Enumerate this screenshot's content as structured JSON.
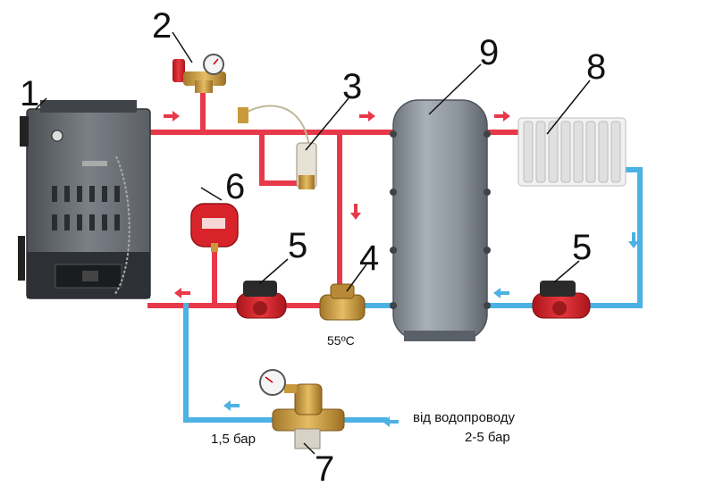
{
  "callouts": [
    "1",
    "2",
    "3",
    "4",
    "5",
    "5",
    "6",
    "7",
    "8",
    "9"
  ],
  "labels": {
    "temperature": "55ºC",
    "pressure_low": "1,5 бар",
    "supply_line1": "від водопроводу",
    "supply_line2": "2-5 бар"
  },
  "colors": {
    "hot_pipe": "#e8394a",
    "cold_pipe": "#4cb1e3",
    "boiler": "#6d7278",
    "tank": "#8e959d",
    "expansion_vessel": "#d8232a",
    "pump": "#c72a2a",
    "brass": "#c99a3c"
  }
}
